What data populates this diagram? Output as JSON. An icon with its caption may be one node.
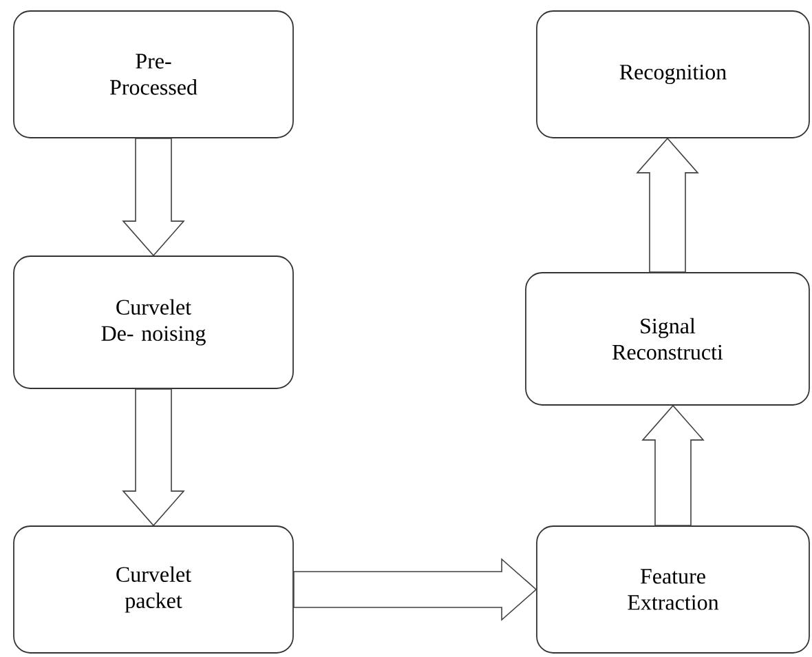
{
  "diagram": {
    "nodes": [
      {
        "text": [
          "Pre- Processed"
        ]
      },
      {
        "text": [
          "Curvelet De- noising"
        ]
      },
      {
        "text": [
          "Curvelet packet"
        ]
      },
      {
        "text": [
          "Feature Extraction"
        ]
      },
      {
        "text": [
          "Signal Reconstructi"
        ]
      },
      {
        "text": [
          "Recognition"
        ]
      }
    ],
    "edges": [
      {
        "from": 0,
        "to": 1,
        "arrow": "to"
      },
      {
        "from": 1,
        "to": 2,
        "arrow": "to"
      },
      {
        "from": 2,
        "to": 3,
        "arrow": "to"
      },
      {
        "from": 3,
        "to": 4,
        "arrow": "to"
      },
      {
        "from": 4,
        "to": 5,
        "arrow": "to"
      }
    ]
  }
}
